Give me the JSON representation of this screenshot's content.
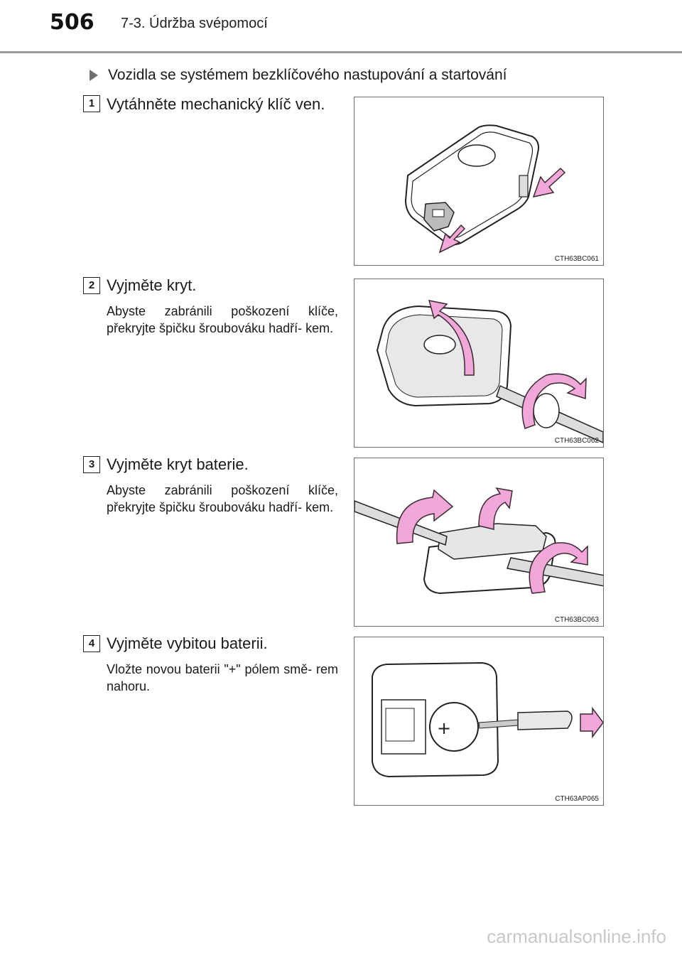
{
  "header": {
    "page_number": "506",
    "chapter": "7-3. Údržba svépomocí"
  },
  "subtitle": "Vozidla se systémem bezklíčového nastupování a startování",
  "steps": [
    {
      "number": "1",
      "title": "Vytáhněte mechanický klíč ven.",
      "note": "",
      "figure_code": "CTH63BC061"
    },
    {
      "number": "2",
      "title": "Vyjměte kryt.",
      "note": "Abyste zabránili poškození klíče, překryjte špičku šroubováku hadří- kem.",
      "figure_code": "CTH63BC062"
    },
    {
      "number": "3",
      "title": "Vyjměte kryt baterie.",
      "note": "Abyste zabránili poškození klíče, překryjte špičku šroubováku hadří- kem.",
      "figure_code": "CTH63BC063"
    },
    {
      "number": "4",
      "title": "Vyjměte vybitou baterii.",
      "note": "Vložte novou baterii \"+\" pólem smě- rem nahoru.",
      "figure_code": "CTH63AP065"
    }
  ],
  "watermark": "carmanualsonline.info",
  "colors": {
    "arrow_fill": "#f2a7d9",
    "arrow_stroke": "#3a2a33",
    "rule": "#9a9a9a"
  }
}
